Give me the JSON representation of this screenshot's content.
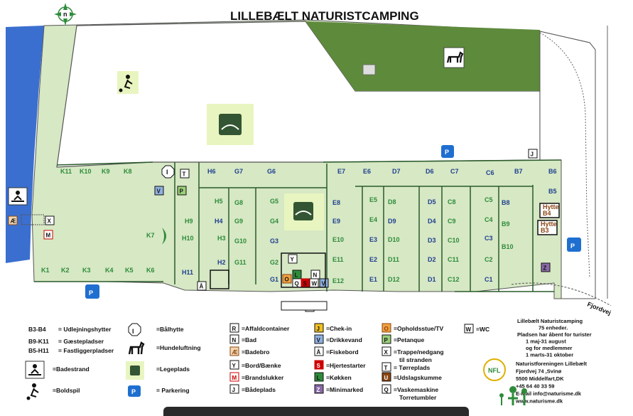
{
  "title": "LILLEBÆLT NATURISTCAMPING",
  "compass": "n",
  "road_label": "Fjordvej",
  "colors": {
    "field": "#d6e8c4",
    "forest": "#5e8a3c",
    "sea": "#3a6fd0",
    "pitch_green": "#2e8b3a",
    "pitch_blue": "#1f3f8f"
  },
  "pitches_green": [
    "K11",
    "K10",
    "K9",
    "K8",
    "K7",
    "K6",
    "K5",
    "K4",
    "K3",
    "K2",
    "K1",
    "H5",
    "H9",
    "G9",
    "H10",
    "H3",
    "G10",
    "G8",
    "G5",
    "G4",
    "G2",
    "E10",
    "E11",
    "E12",
    "E5",
    "D8",
    "E4",
    "D10",
    "D11",
    "D12",
    "C8",
    "C9",
    "C10",
    "C11",
    "C12",
    "C5",
    "C4",
    "C2",
    "B9",
    "B10",
    "G11"
  ],
  "pitches_blue": [
    "E7",
    "E6",
    "D7",
    "D6",
    "C7",
    "C6",
    "B7",
    "B6",
    "B5",
    "H6",
    "G7",
    "G6",
    "H4",
    "H2",
    "H11",
    "G3",
    "G1",
    "E8",
    "E9",
    "E3",
    "E2",
    "E1",
    "D9",
    "D5",
    "D4",
    "D3",
    "D2",
    "D1",
    "C3",
    "C1",
    "B8"
  ],
  "cabins": [
    "Hytte B4",
    "Hytte B3"
  ],
  "facility_codes": [
    "P",
    "J",
    "I",
    "T",
    "V",
    "P",
    "Æ",
    "X",
    "M",
    "Y",
    "N",
    "O",
    "L",
    "Q",
    "S",
    "W",
    "V",
    "Å",
    "U",
    "R",
    "Z"
  ],
  "legend_left": [
    {
      "code": "B3-B4",
      "text": "= Udlejningshytter"
    },
    {
      "code": "B9-K11",
      "text": "= Gæstepladser"
    },
    {
      "code": "B5-H11",
      "text": "= Fastliggerpladser"
    },
    {
      "code": "",
      "text": "=Badestrand"
    },
    {
      "code": "",
      "text": "=Boldspil"
    }
  ],
  "legend_mid1": [
    {
      "code": "",
      "text": "=Bålhytte"
    },
    {
      "code": "",
      "text": "=Hundeluftning"
    },
    {
      "code": "",
      "text": "=Legeplads"
    },
    {
      "code": "P",
      "text": "= Parkering"
    }
  ],
  "legend_mid2": [
    {
      "code": "R",
      "text": "=Affaldcontainer"
    },
    {
      "code": "N",
      "text": "=Bad"
    },
    {
      "code": "Æ",
      "text": "=Badebro"
    },
    {
      "code": "Y",
      "text": "=Bord/Bænke"
    },
    {
      "code": "M",
      "text": "=Brandslukker"
    },
    {
      "code": "J",
      "text": "=Bådeplads"
    }
  ],
  "legend_mid3": [
    {
      "code": "J",
      "text": "=Chek-in"
    },
    {
      "code": "V",
      "text": "=Drikkevand"
    },
    {
      "code": "Å",
      "text": "=Fiskebord"
    },
    {
      "code": "S",
      "text": "=Hjertestarter"
    },
    {
      "code": "L",
      "text": "=Køkken"
    },
    {
      "code": "Z",
      "text": "=Minimarked"
    }
  ],
  "legend_mid4": [
    {
      "code": "O",
      "text": "=Opholdsstue/TV"
    },
    {
      "code": "P",
      "text": "=Petanque"
    },
    {
      "code": "X",
      "text": "=Trappe/nedgang til stranden"
    },
    {
      "code": "T",
      "text": "= Tørreplads"
    },
    {
      "code": "U",
      "text": "=Udslagskumme"
    },
    {
      "code": "Q",
      "text": "=Vaskemaskine Torretumbler"
    }
  ],
  "legend_wc": {
    "code": "W",
    "text": "=WC"
  },
  "info_top": [
    "Lillebælt Naturistcamping",
    "75 enheder.",
    "Pladsen har åbent for turister",
    "1 maj-31 august",
    "og for medlemmer",
    "1 marts-31 oktober"
  ],
  "info_bottom": [
    "Naturistforeningen Lillebælt",
    "Fjordvej 74 ,Svinø",
    "5500 Middelfart,DK",
    "+45 64 40 33 59",
    "E-Mail info@naturisme.dk",
    "www.naturisme.dk"
  ],
  "nfl_logo": "NFL"
}
